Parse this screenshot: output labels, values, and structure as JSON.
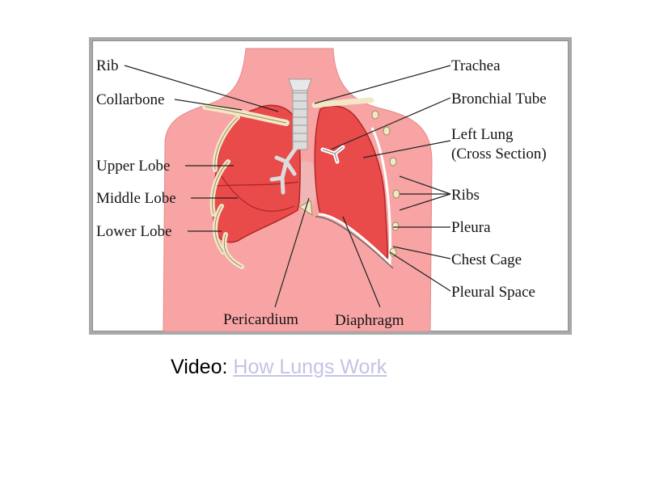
{
  "diagram": {
    "labels": {
      "rib": "Rib",
      "collarbone": "Collarbone",
      "upper_lobe": "Upper Lobe",
      "middle_lobe": "Middle Lobe",
      "lower_lobe": "Lower Lobe",
      "trachea": "Trachea",
      "bronchial_tube": "Bronchial Tube",
      "left_lung_line1": "Left Lung",
      "left_lung_line2": "(Cross Section)",
      "ribs": "Ribs",
      "pleura": "Pleura",
      "chest_cage": "Chest Cage",
      "pleural_space": "Pleural Space",
      "pericardium": "Pericardium",
      "diaphragm": "Diaphragm"
    },
    "colors": {
      "skin": "#f8a4a4",
      "lung": "#e94a4a",
      "lung_dark": "#c43030",
      "bone": "#f2e8c8",
      "airway": "#dcdcdc"
    }
  },
  "caption": {
    "prefix": "Video:",
    "link_text": "How Lungs Work"
  }
}
